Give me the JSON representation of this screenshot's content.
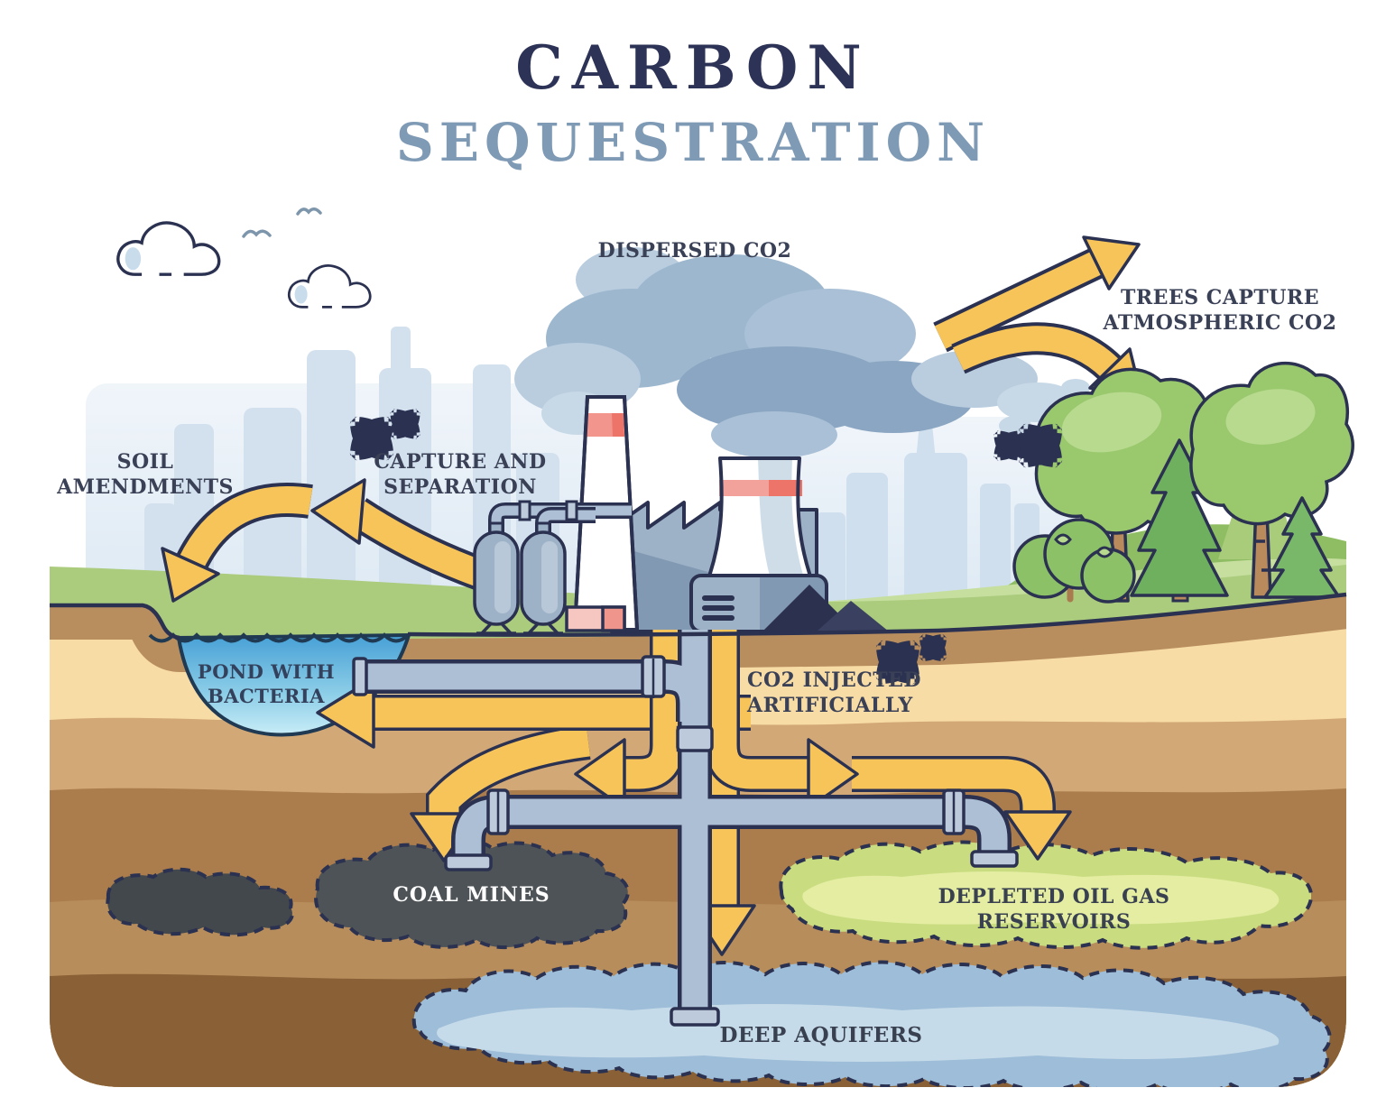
{
  "title": {
    "line1": "CARBON",
    "line2": "SEQUESTRATION"
  },
  "labels": {
    "dispersed_co2": "DISPERSED CO2",
    "trees_capture_1": "TREES CAPTURE",
    "trees_capture_2": "ATMOSPHERIC CO2",
    "soil_1": "SOIL",
    "soil_2": "AMENDMENTS",
    "capture_1": "CAPTURE AND",
    "capture_2": "SEPARATION",
    "pond_1": "POND WITH",
    "pond_2": "BACTERIA",
    "co2_injected_1": "CO2 INJECTED",
    "co2_injected_2": "ARTIFICIALLY",
    "coal_mines": "COAL MINES",
    "depleted_reservoirs": "DEPLETED OIL GAS RESERVOIRS",
    "deep_aquifers": "DEEP AQUIFERS"
  },
  "colors": {
    "title_navy": "#2d3356",
    "title_slate": "#7f9ab5",
    "label_dark": "#3a4156",
    "outline": "#2b3150",
    "arrow_yellow": "#f7c45a",
    "pipe_gray": "#adbfd4",
    "smoke_blue": "#9db7cf",
    "skyline_blue": "#d3e1ef",
    "grass_green": "#abcb7d",
    "tree_green": "#9ac86d",
    "pond_blue": "#47a0d6",
    "soil_cream": "#f8dca6",
    "soil_dark": "#8a6136",
    "coal_gray": "#4e5357",
    "reservoir_green": "#c9dd80",
    "aquifer_blue": "#9dbdd8"
  },
  "icons": {
    "cloud": "cloud-icon",
    "bird": "bird-icon",
    "sparkle": "sparkle-icon",
    "flow_arrow": "flow-arrow-icon",
    "factory": "factory-icon",
    "tree": "tree-icon"
  }
}
